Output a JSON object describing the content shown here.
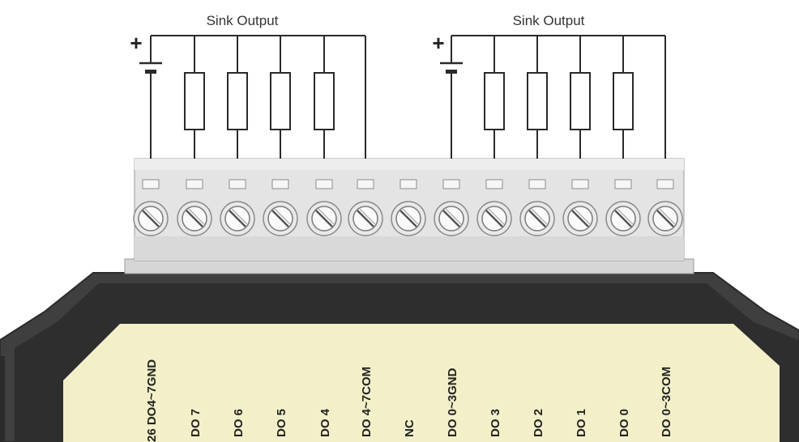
{
  "circuit_left": {
    "title": "Sink Output",
    "battery_symbol": "+"
  },
  "circuit_right": {
    "title": "Sink Output",
    "battery_symbol": "+"
  },
  "pin_labels": [
    "26 DO4~7GND",
    "DO 7",
    "DO 6",
    "DO 5",
    "DO 4",
    "DO 4~7COM",
    "NC",
    "DO 0~3GND",
    "DO 3",
    "DO 2",
    "DO 1",
    "DO 0",
    "DO 0~3COM"
  ],
  "colors": {
    "wire": "#2a2a2a",
    "terminal_block": "#dcdcdc",
    "module_body": "#3a3a3a",
    "module_face": "#f3f0c9",
    "label_text": "#222222"
  }
}
